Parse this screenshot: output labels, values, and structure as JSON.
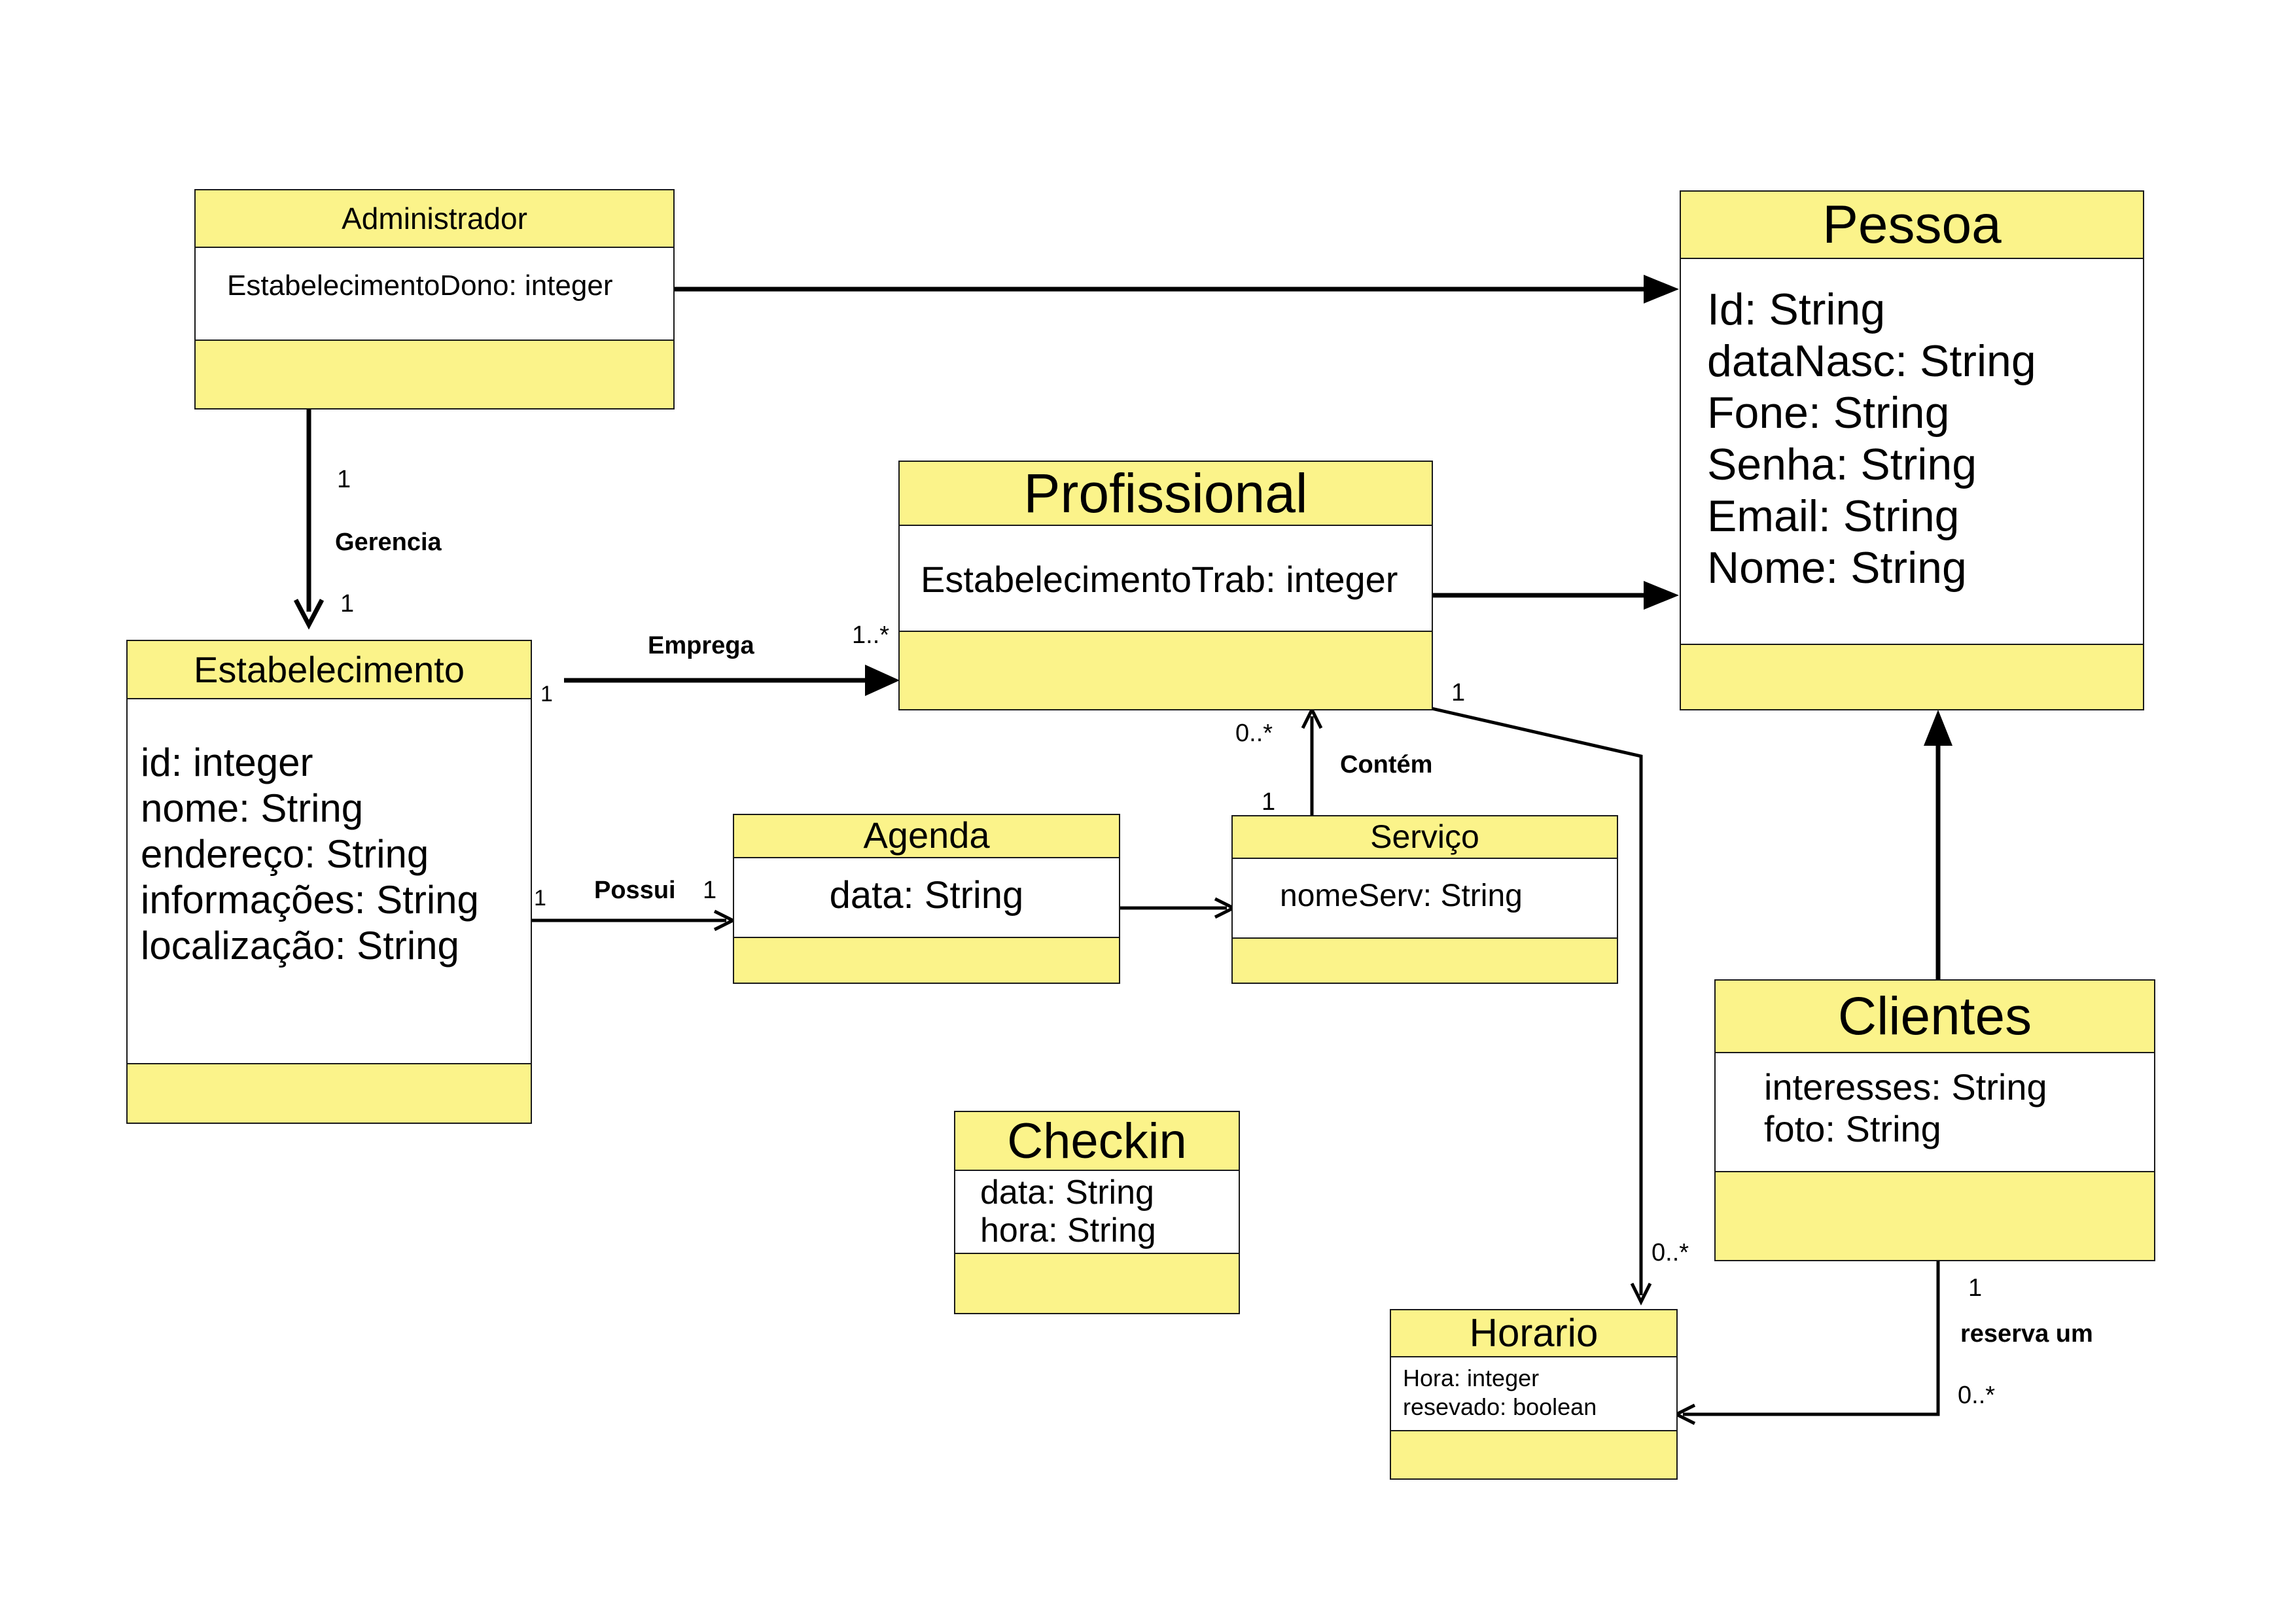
{
  "classes": {
    "administrador": {
      "name": "Administrador",
      "attributes": [
        "EstabelecimentoDono: integer"
      ]
    },
    "pessoa": {
      "name": "Pessoa",
      "attributes": [
        "Id: String",
        "dataNasc: String",
        "Fone: String",
        "Senha: String",
        "Email: String",
        "Nome: String"
      ]
    },
    "profissional": {
      "name": "Profissional",
      "attributes": [
        "EstabelecimentoTrab: integer"
      ]
    },
    "estabelecimento": {
      "name": "Estabelecimento",
      "attributes": [
        "id: integer",
        "nome: String",
        "endereço: String",
        "informações: String",
        "localização: String"
      ]
    },
    "agenda": {
      "name": "Agenda",
      "attributes": [
        "data: String"
      ]
    },
    "servico": {
      "name": "Serviço",
      "attributes": [
        "nomeServ: String"
      ]
    },
    "clientes": {
      "name": "Clientes",
      "attributes": [
        "interesses: String",
        "foto: String"
      ]
    },
    "checkin": {
      "name": "Checkin",
      "attributes": [
        "data: String",
        "hora: String"
      ]
    },
    "horario": {
      "name": "Horario",
      "attributes": [
        "Hora: integer",
        "resevado: boolean"
      ]
    }
  },
  "relations": {
    "gerencia": {
      "label": "Gerencia",
      "mult_source": "1",
      "mult_target": "1"
    },
    "emprega": {
      "label": "Emprega",
      "mult_source": "1",
      "mult_target": "1..*"
    },
    "possui": {
      "label": "Possui",
      "mult_source": "1",
      "mult_target": "1"
    },
    "contem": {
      "label": "Contém",
      "mult_source": "1",
      "mult_target": "0..*"
    },
    "prof_horario": {
      "mult_source": "1",
      "mult_target": "0..*"
    },
    "reserva_um": {
      "label": "reserva um",
      "mult_source": "1",
      "mult_target": "0..*"
    }
  },
  "colors": {
    "class_fill": "#fbf38a",
    "body_fill": "#ffffff",
    "line": "#000000"
  }
}
